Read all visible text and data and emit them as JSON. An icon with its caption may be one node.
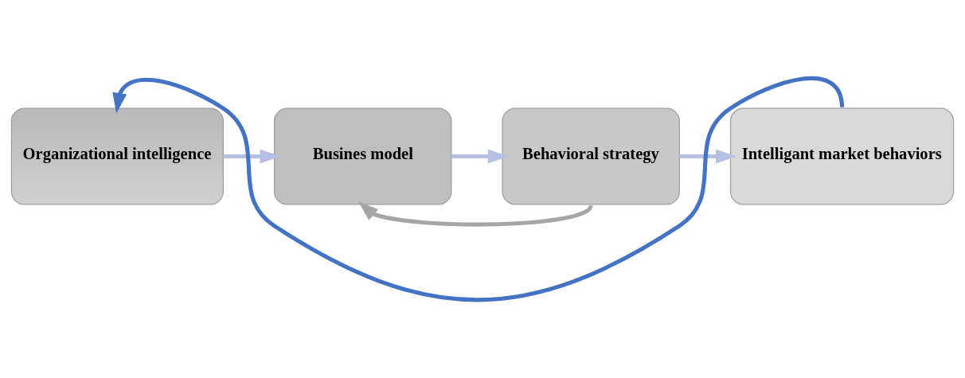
{
  "diagram": {
    "nodes": [
      {
        "text": [
          "Organizational intelligence"
        ]
      },
      {
        "text": [
          "Busines model"
        ]
      },
      {
        "text": [
          "Behavioral strategy"
        ]
      },
      {
        "text": [
          "Intelligant market behaviors"
        ]
      }
    ],
    "edges": [
      {
        "from": 0,
        "to": 1,
        "arrow": "to"
      },
      {
        "from": 1,
        "to": 2,
        "arrow": "to"
      },
      {
        "from": 2,
        "to": 3,
        "arrow": "to"
      },
      {
        "from": 3,
        "to": 0,
        "arrow": "to",
        "color": "#4472c4"
      },
      {
        "from": 2,
        "to": 1,
        "arrow": "to",
        "color": "#a6a6a6"
      }
    ]
  }
}
